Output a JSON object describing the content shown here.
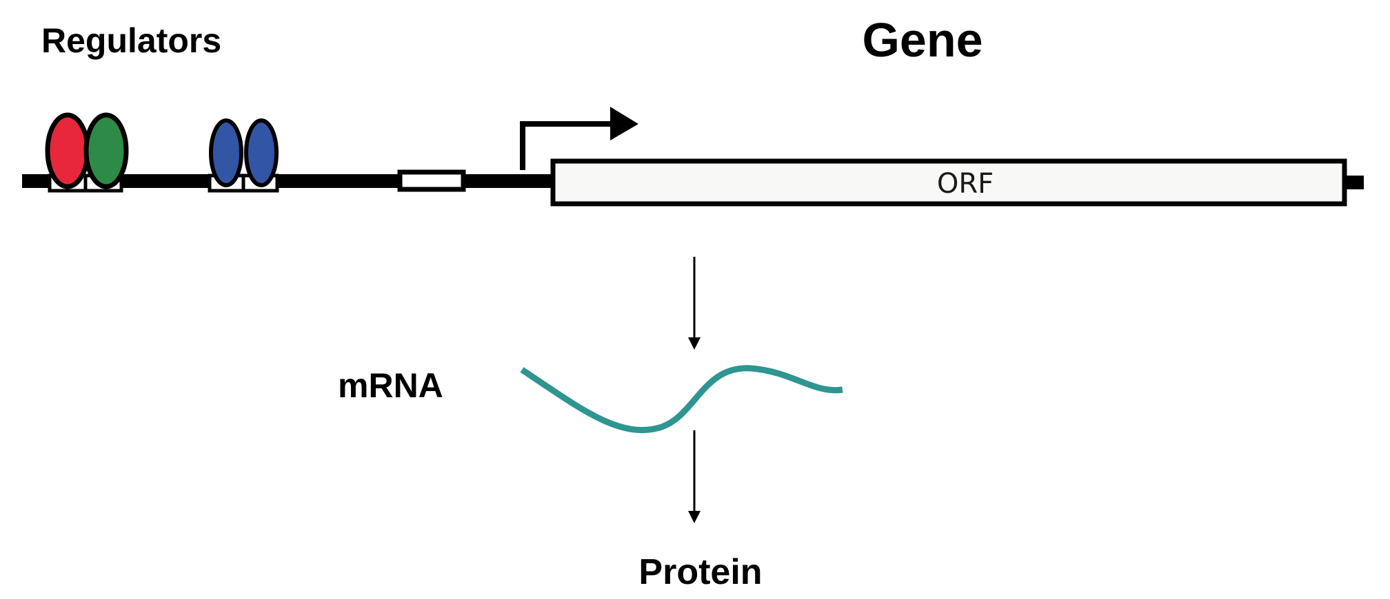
{
  "labels": {
    "regulators": "Regulators",
    "gene": "Gene",
    "orf": "ORF",
    "mrna": "mRNA",
    "protein": "Protein"
  },
  "colors": {
    "regulator_red": "#e8283a",
    "regulator_green": "#2e8b47",
    "regulator_blue": "#3355a5",
    "mrna_strand": "#2e9590",
    "dna_line": "#000000",
    "orf_fill": "#f8f8f6"
  }
}
